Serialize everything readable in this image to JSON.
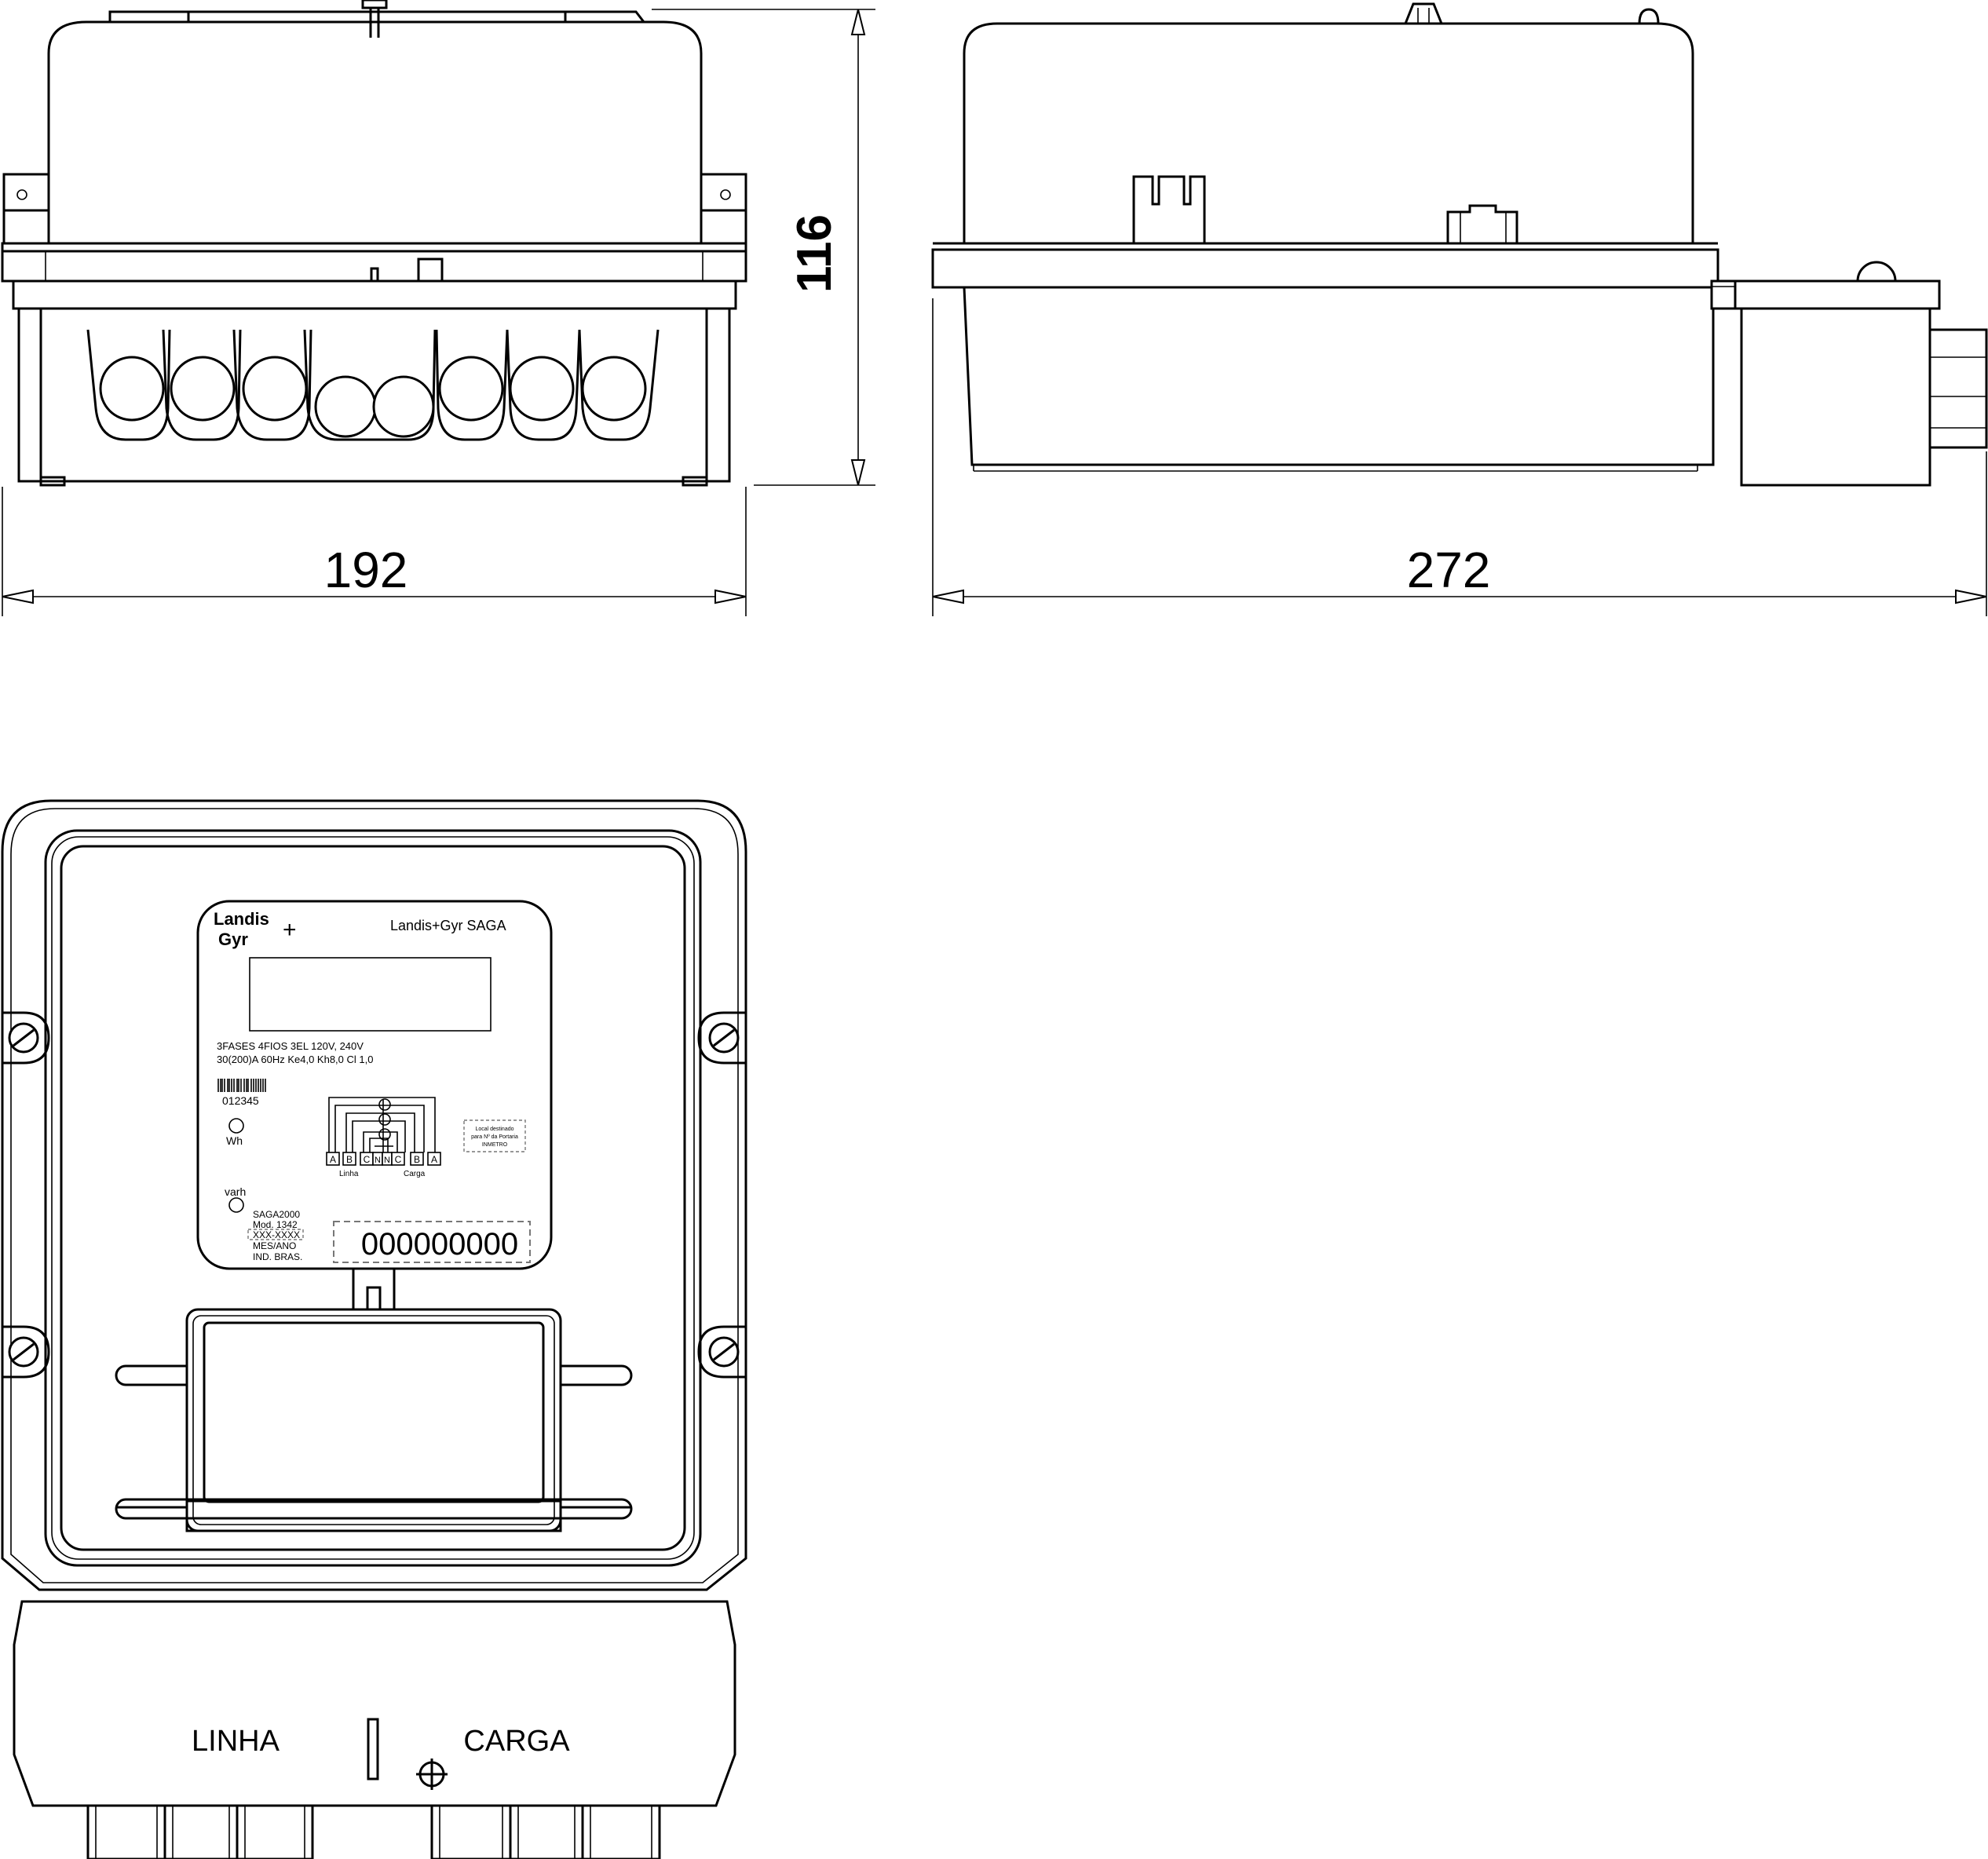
{
  "dimensions": {
    "width_front": "192",
    "height": "116",
    "depth": "272"
  },
  "nameplate": {
    "brand_line1": "Landis",
    "brand_line2": "Gyr",
    "brand_plus": "+",
    "model_title": "Landis+Gyr SAGA",
    "spec_line1": "3FASES  4FIOS  3EL  120V, 240V",
    "spec_line2": "30(200)A  60Hz  Ke4,0  Kh8,0  Cl 1,0",
    "serial": "012345",
    "wh_label": "Wh",
    "varh_label": "varh",
    "model_code": "SAGA2000",
    "mod_number": "Mod. 1342",
    "code_box": "XXX-XXXX",
    "date_label": "MES/ANO",
    "origin": "IND. BRAS.",
    "register_number": "000000000",
    "note_line1": "Local destinado",
    "note_line2": "para Nº da Portaria",
    "note_line3": "INMETRO"
  },
  "wiring": {
    "terminals": [
      "A",
      "B",
      "C",
      "N",
      "N",
      "C",
      "B",
      "A"
    ],
    "linha_small": "Linha",
    "carga_small": "Carga"
  },
  "terminal_cover": {
    "linha": "LINHA",
    "carga": "CARGA"
  }
}
